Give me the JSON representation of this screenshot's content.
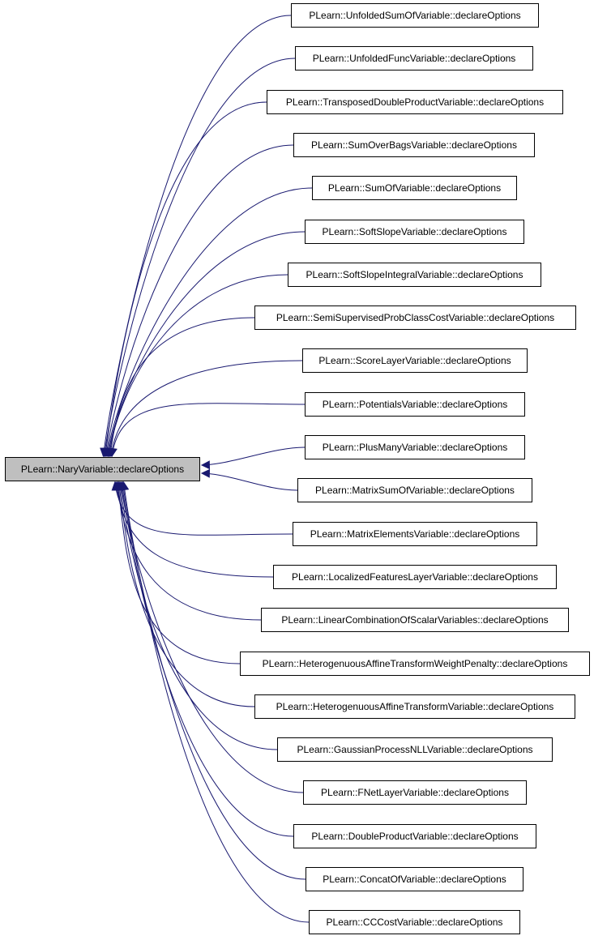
{
  "root": {
    "label": "PLearn::NaryVariable::declareOptions",
    "fill": "#bfbfbf"
  },
  "edge_color": "#191970",
  "callers": [
    "PLearn::UnfoldedSumOfVariable::declareOptions",
    "PLearn::UnfoldedFuncVariable::declareOptions",
    "PLearn::TransposedDoubleProductVariable::declareOptions",
    "PLearn::SumOverBagsVariable::declareOptions",
    "PLearn::SumOfVariable::declareOptions",
    "PLearn::SoftSlopeVariable::declareOptions",
    "PLearn::SoftSlopeIntegralVariable::declareOptions",
    "PLearn::SemiSupervisedProbClassCostVariable::declareOptions",
    "PLearn::ScoreLayerVariable::declareOptions",
    "PLearn::PotentialsVariable::declareOptions",
    "PLearn::PlusManyVariable::declareOptions",
    "PLearn::MatrixSumOfVariable::declareOptions",
    "PLearn::MatrixElementsVariable::declareOptions",
    "PLearn::LocalizedFeaturesLayerVariable::declareOptions",
    "PLearn::LinearCombinationOfScalarVariables::declareOptions",
    "PLearn::HeterogenuousAffineTransformWeightPenalty::declareOptions",
    "PLearn::HeterogenuousAffineTransformVariable::declareOptions",
    "PLearn::GaussianProcessNLLVariable::declareOptions",
    "PLearn::FNetLayerVariable::declareOptions",
    "PLearn::DoubleProductVariable::declareOptions",
    "PLearn::ConcatOfVariable::declareOptions",
    "PLearn::CCCostVariable::declareOptions"
  ]
}
